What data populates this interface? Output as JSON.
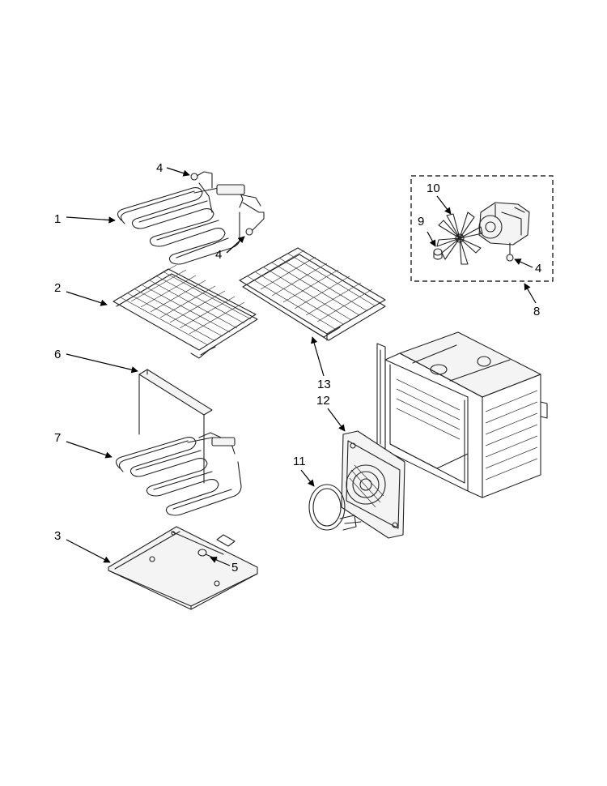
{
  "callouts": {
    "c1": "1",
    "c2": "2",
    "c3": "3",
    "c4a": "4",
    "c4b": "4",
    "c4c": "4",
    "c5": "5",
    "c6": "6",
    "c7": "7",
    "c8": "8",
    "c9": "9",
    "c10": "10",
    "c11": "11",
    "c12": "12",
    "c13": "13"
  }
}
